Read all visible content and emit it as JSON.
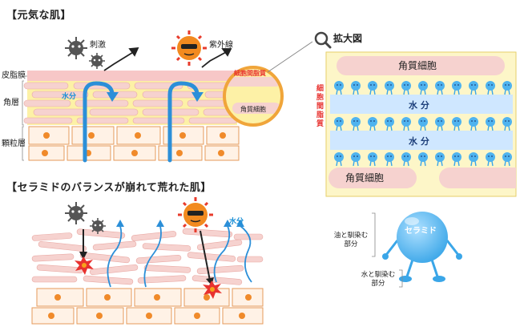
{
  "healthy": {
    "title": "【元気な肌】",
    "stimulus": "刺激",
    "uv": "紫外線",
    "layers": [
      "皮脂膜",
      "角層",
      "顆粒層"
    ],
    "water": "水分",
    "bubble_top": "細胞間脂質",
    "bubble_bottom": "角質細胞"
  },
  "zoom": {
    "label": "拡大図",
    "cell_top": "角質細胞",
    "cell_bottom": "角質細胞",
    "water_1": "水 分",
    "water_2": "水 分",
    "lipid_vertical": "細胞間脂質"
  },
  "damaged": {
    "title": "【セラミドのバランスが崩れて荒れた肌】",
    "water": "水分"
  },
  "ceramide": {
    "name": "セラミド",
    "oil_part": "油と馴染む部分",
    "water_part": "水と馴染む部分"
  },
  "colors": {
    "sebum": "#f7c7c7",
    "horn_cell": "#f6d2cf",
    "lipid_band": "#fdf1a6",
    "granular_cell": "#fff2e6",
    "nucleus": "#f08a2a",
    "arrow_blue": "#2b8fd8",
    "ceramide": "#5ab8f0",
    "red_text": "#e8322f"
  }
}
